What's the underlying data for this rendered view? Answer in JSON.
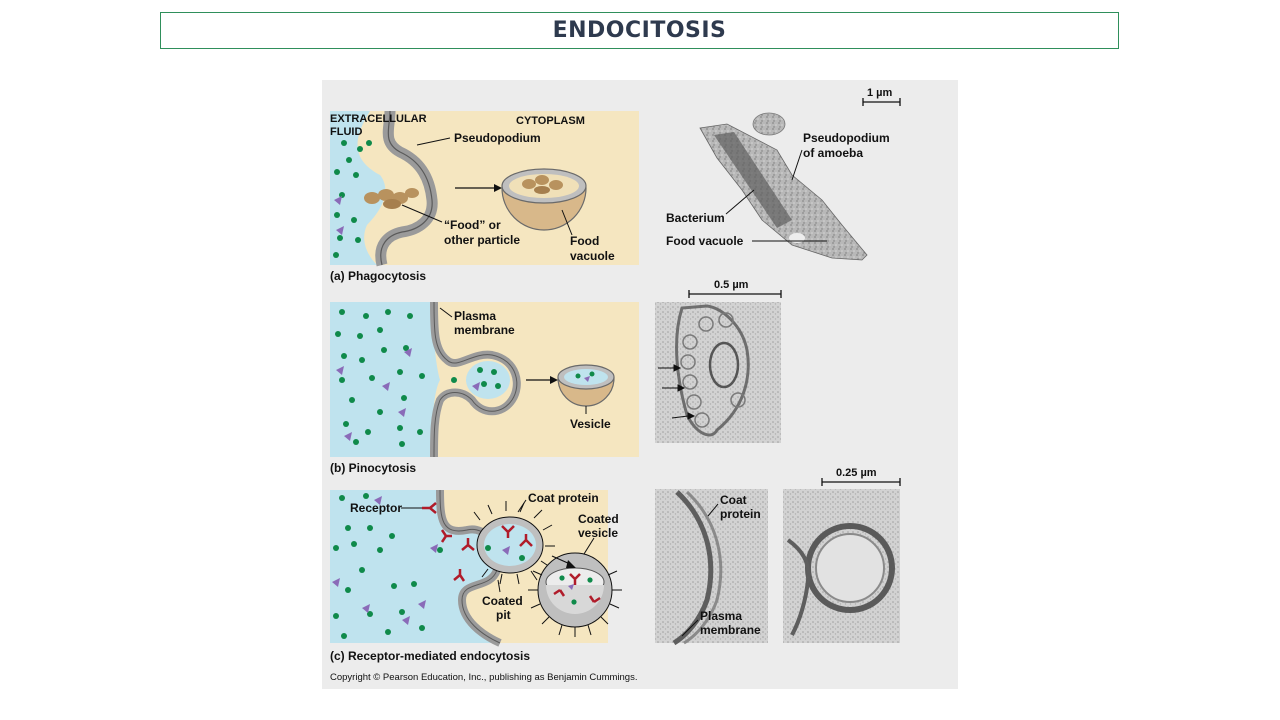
{
  "slide": {
    "title": "ENDOCITOSIS"
  },
  "figure": {
    "copyright": "Copyright © Pearson Education, Inc., publishing as Benjamin Cummings.",
    "phagocytosis": {
      "caption": "(a) Phagocytosis",
      "extracellular_line1": "EXTRACELLULAR",
      "extracellular_line2": "FLUID",
      "cytoplasm": "CYTOPLASM",
      "pseudopodium": "Pseudopodium",
      "food_line1": "“Food” or",
      "food_line2": "other particle",
      "vacuole_line1": "Food",
      "vacuole_line2": "vacuole",
      "micro_scale": "1 µm",
      "micro_pseudo_line1": "Pseudopodium",
      "micro_pseudo_line2": "of amoeba",
      "micro_bacterium": "Bacterium",
      "micro_food_vacuole": "Food vacuole"
    },
    "pinocytosis": {
      "caption": "(b) Pinocytosis",
      "plasma_line1": "Plasma",
      "plasma_line2": "membrane",
      "vesicle": "Vesicle",
      "micro_scale": "0.5 µm"
    },
    "receptor": {
      "caption": "(c) Receptor-mediated endocytosis",
      "receptor": "Receptor",
      "coat_protein": "Coat protein",
      "coated_vesicle_line1": "Coated",
      "coated_vesicle_line2": "vesicle",
      "coated_pit_line1": "Coated",
      "coated_pit_line2": "pit",
      "micro_coat_line1": "Coat",
      "micro_coat_line2": "protein",
      "micro_plasma_line1": "Plasma",
      "micro_plasma_line2": "membrane",
      "micro_scale": "0.25 µm"
    }
  },
  "colors": {
    "title_border": "#2f8f5b",
    "title_text": "#2e3a4e",
    "extracellular": "#bfe3ee",
    "cytoplasm": "#f5e6c0",
    "membrane": "#9a9a9a",
    "particle_green": "#0f8a4a",
    "particle_purple": "#8a6bb8",
    "receptor_red": "#b01c2a",
    "food": "#b8925e"
  }
}
